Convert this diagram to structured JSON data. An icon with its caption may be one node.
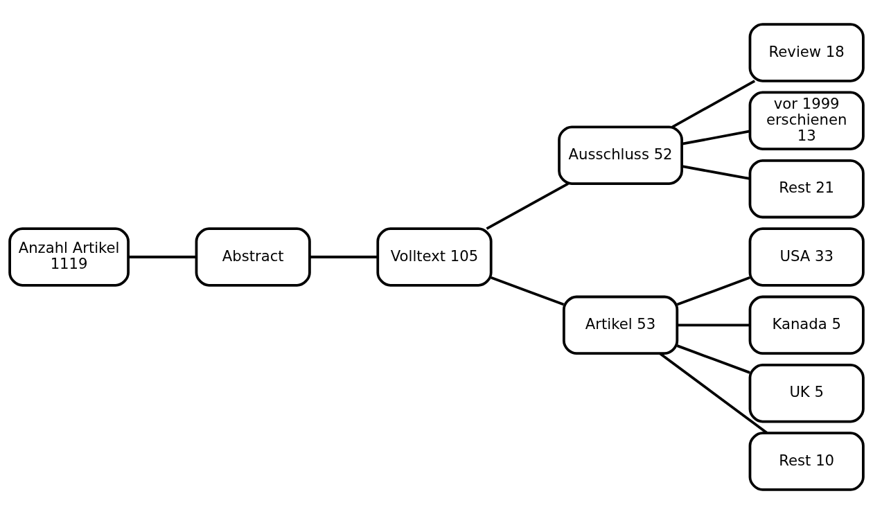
{
  "diagram": {
    "nodes": [
      {
        "text": [
          "Anzahl Artikel 1119"
        ]
      },
      {
        "text": [
          "Abstract"
        ]
      },
      {
        "text": [
          "Volltext 105"
        ]
      },
      {
        "text": [
          "Ausschluss 52"
        ]
      },
      {
        "text": [
          "Review 18"
        ]
      },
      {
        "text": [
          "vor 1999 erschienen 13"
        ]
      },
      {
        "text": [
          "Rest 21"
        ]
      },
      {
        "text": [
          "Artikel 53"
        ]
      },
      {
        "text": [
          "USA 33"
        ]
      },
      {
        "text": [
          "Kanada 5"
        ]
      },
      {
        "text": [
          "UK 5"
        ]
      },
      {
        "text": [
          "Rest 10"
        ]
      }
    ],
    "edges": [
      {
        "from": 0,
        "to": 1,
        "arrow": "none"
      },
      {
        "from": 1,
        "to": 2,
        "arrow": "none"
      },
      {
        "from": 2,
        "to": 3,
        "arrow": "none"
      },
      {
        "from": 3,
        "to": 4,
        "arrow": "none"
      },
      {
        "from": 3,
        "to": 5,
        "arrow": "none"
      },
      {
        "from": 3,
        "to": 6,
        "arrow": "none"
      },
      {
        "from": 2,
        "to": 7,
        "arrow": "none"
      },
      {
        "from": 7,
        "to": 8,
        "arrow": "none"
      },
      {
        "from": 7,
        "to": 9,
        "arrow": "none"
      },
      {
        "from": 7,
        "to": 10,
        "arrow": "none"
      },
      {
        "from": 7,
        "to": 11,
        "arrow": "none"
      }
    ]
  }
}
